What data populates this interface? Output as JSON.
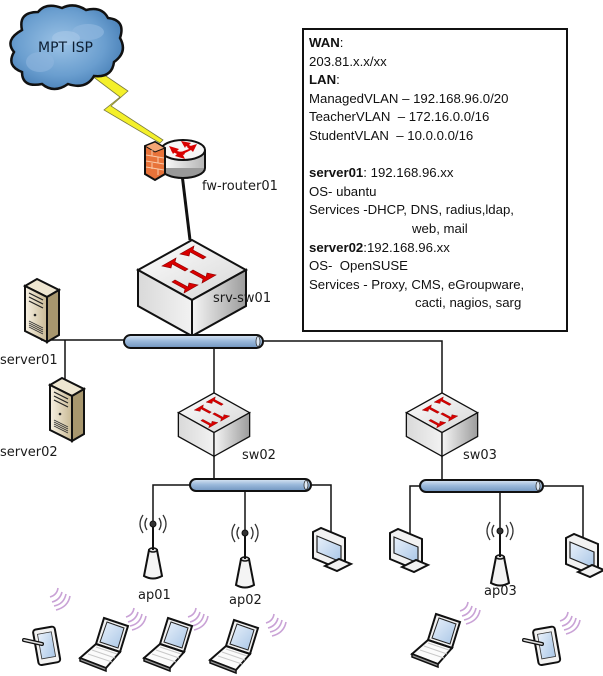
{
  "title": "School network diagram",
  "cloud": {
    "label": "MPT ISP"
  },
  "devices": {
    "router": {
      "label": "fw-router01"
    },
    "core_switch": {
      "label": "srv-sw01"
    },
    "server01": {
      "label": "server01"
    },
    "server02": {
      "label": "server02"
    },
    "sw02": {
      "label": "sw02"
    },
    "sw03": {
      "label": "sw03"
    },
    "ap01": {
      "label": "ap01"
    },
    "ap02": {
      "label": "ap02"
    },
    "ap03": {
      "label": "ap03"
    }
  },
  "info": {
    "wan_heading": "WAN",
    "wan_value": "203.81.x.x/xx",
    "lan_heading": "LAN",
    "vlans": [
      "ManagedVLAN – 192.168.96.0/20",
      "TeacherVLAN  – 172.16.0.0/16",
      "StudentVLAN  – 10.0.0.0/16"
    ],
    "server01": {
      "name": "server01",
      "ip": ": 192.168.96.xx",
      "os": "OS- ubantu",
      "services_line1": "Services -DHCP, DNS, radius,ldap,",
      "services_line2": "web, mail"
    },
    "server02": {
      "name": "server02",
      "ip": ":192.168.96.xx",
      "os": "OS-  OpenSUSE",
      "services_line1": "Services - Proxy, CMS, eGroupware,",
      "services_line2": "cacti, nagios, sarg"
    }
  },
  "colors": {
    "cloud": "#5f93c4",
    "bolt": "#f4f02a",
    "firewall": "#e8733a",
    "arrow": "#d90000",
    "bus": "#a9c3e0",
    "wifi_waves": "#c9a2d6"
  }
}
